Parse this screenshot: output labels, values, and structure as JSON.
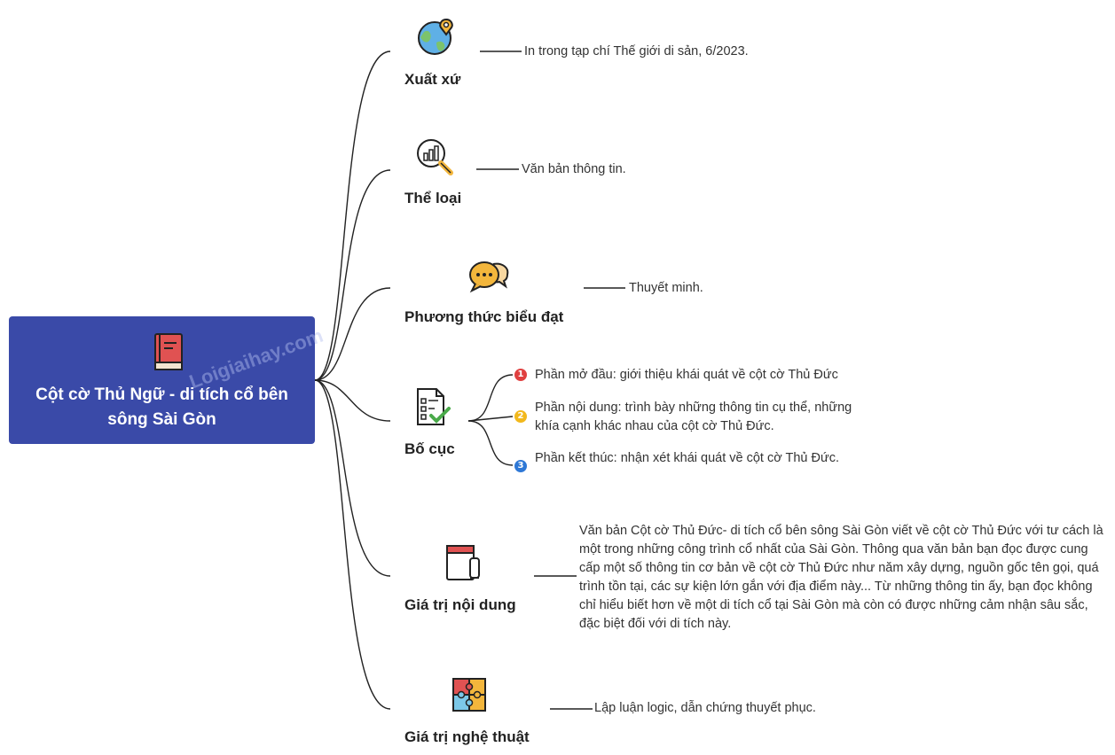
{
  "root": {
    "title": "Cột cờ Thủ Ngữ - di tích cổ bên sông Sài Gòn",
    "icon": "book-icon"
  },
  "watermark": "Loigiaihay.com",
  "branches": [
    {
      "title": "Xuất xứ",
      "icon": "globe-pin-icon",
      "detail": "In trong tạp chí Thế giới di sản, 6/2023."
    },
    {
      "title": "Thể loại",
      "icon": "magnifier-chart-icon",
      "detail": "Văn bản thông tin."
    },
    {
      "title": "Phương thức biểu đạt",
      "icon": "speech-bubbles-icon",
      "detail": "Thuyết minh."
    },
    {
      "title": "Bố cục",
      "icon": "checklist-icon",
      "items": [
        {
          "num": "1",
          "color": "#e04040",
          "text": "Phần mở đầu: giới thiệu khái quát về cột cờ Thủ Đức"
        },
        {
          "num": "2",
          "color": "#f2b81c",
          "text": "Phần nội dung: trình bày những thông tin cụ thể, những khía cạnh khác nhau của cột cờ Thủ Đức."
        },
        {
          "num": "3",
          "color": "#2e78d6",
          "text": "Phần kết thúc: nhận xét khái quát về cột cờ Thủ Đức."
        }
      ]
    },
    {
      "title": "Giá trị nội dung",
      "icon": "notebook-icon",
      "detail": "Văn bản Cột cờ Thủ Đức- di tích cổ bên sông Sài Gòn viết về cột cờ Thủ Đức với tư cách là một trong những công trình cổ nhất của Sài Gòn. Thông qua văn bản bạn đọc được cung cấp một số thông tin cơ bản về cột cờ Thủ Đức như năm xây dựng, nguồn gốc tên gọi, quá trình tồn tại, các sự kiện lớn gắn với địa điểm này... Từ những thông tin ấy, bạn đọc không chỉ hiểu biết hơn về một di tích cổ tại Sài Gòn mà còn có được những cảm nhận sâu sắc, đặc biệt đối với di tích này."
    },
    {
      "title": "Giá trị nghệ thuật",
      "icon": "puzzle-icon",
      "detail": "Lập luận logic, dẫn chứng thuyết phục."
    }
  ],
  "colors": {
    "root": "#3a4aa8",
    "line": "#222222"
  }
}
